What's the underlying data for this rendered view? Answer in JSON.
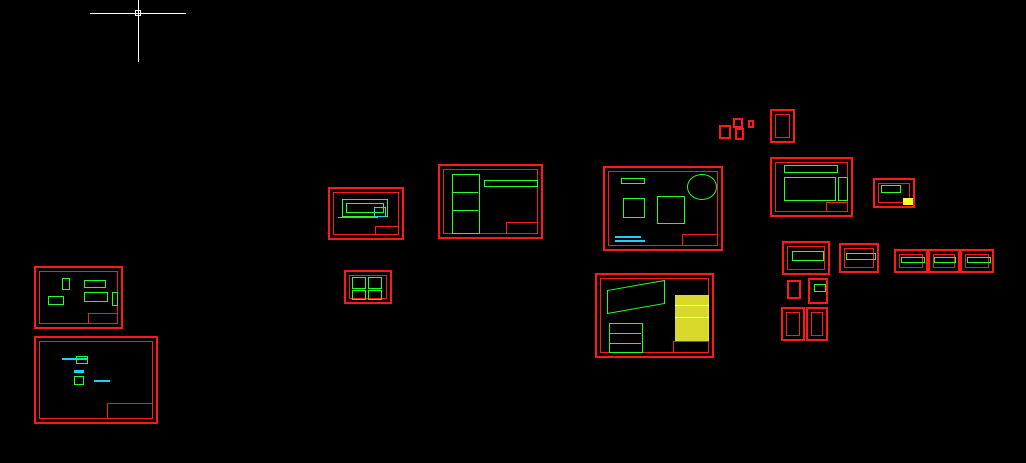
{
  "viewport": {
    "background": "#000000"
  },
  "colors": {
    "sheet_border": "#ff1a1a",
    "geometry": "#22ff22",
    "dimension": "#1ad1ff",
    "table": "#ffff33",
    "cursor": "#ffffff"
  },
  "cursor": {
    "icon": "crosshair-icon"
  },
  "sheets": [
    {
      "id": "sheet-01"
    },
    {
      "id": "sheet-02"
    },
    {
      "id": "sheet-03"
    },
    {
      "id": "sheet-04"
    },
    {
      "id": "sheet-05"
    },
    {
      "id": "sheet-06"
    },
    {
      "id": "sheet-07"
    },
    {
      "id": "sheet-08"
    },
    {
      "id": "sheet-09"
    },
    {
      "id": "sheet-10"
    },
    {
      "id": "sheet-11"
    },
    {
      "id": "sheet-12"
    },
    {
      "id": "sheet-13"
    },
    {
      "id": "sheet-14"
    },
    {
      "id": "sheet-15"
    },
    {
      "id": "sheet-16"
    },
    {
      "id": "sheet-17"
    },
    {
      "id": "sheet-18"
    },
    {
      "id": "sheet-19"
    },
    {
      "id": "sheet-20"
    },
    {
      "id": "sheet-21"
    },
    {
      "id": "sheet-22"
    },
    {
      "id": "sheet-23"
    }
  ]
}
